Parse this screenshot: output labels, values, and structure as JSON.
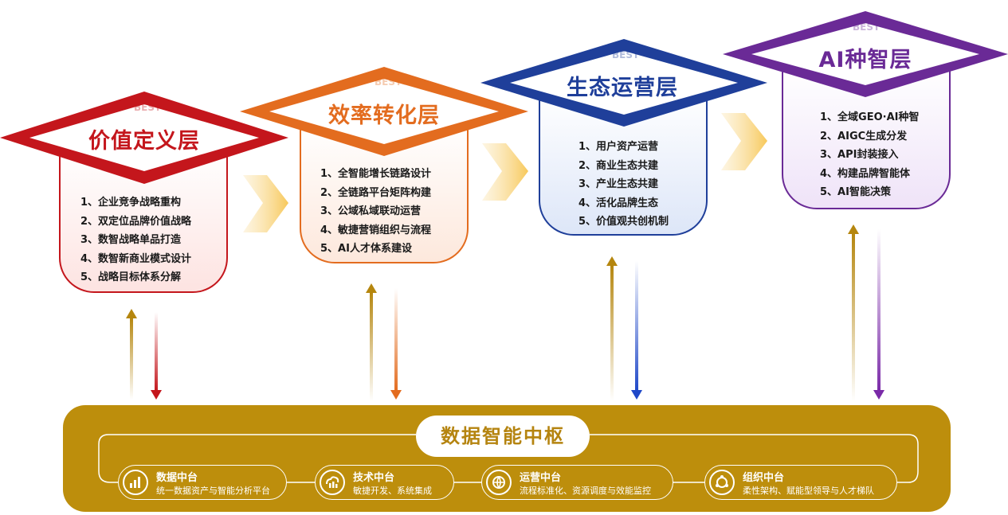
{
  "layers": [
    {
      "id": "value",
      "title": "价值定义层",
      "items": [
        "1、企业竞争战略重构",
        "2、双定位品牌价值战略",
        "3、数智战略单品打造",
        "4、数智新商业模式设计",
        "5、战略目标体系分解"
      ]
    },
    {
      "id": "efficiency",
      "title": "效率转化层",
      "items": [
        "1、全智能增长链路设计",
        "2、全链路平台矩阵构建",
        "3、公域私域联动运营",
        "4、敏捷营销组织与流程",
        "5、AI人才体系建设"
      ]
    },
    {
      "id": "ecology",
      "title": "生态运营层",
      "items": [
        "1、用户资产运营",
        "2、商业生态共建",
        "3、产业生态共建",
        "4、活化品牌生态",
        "5、价值观共创机制"
      ]
    },
    {
      "id": "ai",
      "title": "AI种智层",
      "items": [
        "1、全域GEO·AI种智",
        "2、AIGC生成分发",
        "3、API封装接入",
        "4、构建品牌智能体",
        "5、AI智能决策"
      ]
    }
  ],
  "logo_text": "BEST",
  "hub": {
    "title": "数据智能中枢",
    "platforms": [
      {
        "name": "数据中台",
        "desc": "统一数据资产与智能分析平台",
        "icon": "bar-chart-icon"
      },
      {
        "name": "技术中台",
        "desc": "敏捷开发、系统集成",
        "icon": "cloud-chart-icon"
      },
      {
        "name": "运营中台",
        "desc": "流程标准化、资源调度与效能监控",
        "icon": "globe-icon"
      },
      {
        "name": "组织中台",
        "desc": "柔性架构、赋能型领导与人才梯队",
        "icon": "network-icon"
      }
    ]
  },
  "colors": {
    "value": "#c4161c",
    "efficiency": "#e36c1f",
    "ecology": "#1f3f9a",
    "ai": "#6a2a96",
    "hub": "#bd8e0c",
    "arrow_up": "#b5860e"
  }
}
